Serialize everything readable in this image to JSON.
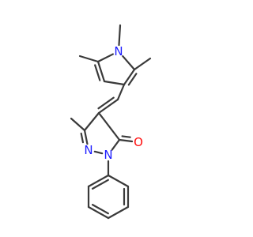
{
  "molecule": {
    "atoms": [
      {
        "id": "ch3_top",
        "label": ""
      },
      {
        "id": "n1_pyrrole",
        "label": "N"
      },
      {
        "id": "c2",
        "label": ""
      },
      {
        "id": "ch3_c2",
        "label": ""
      },
      {
        "id": "c3",
        "label": ""
      },
      {
        "id": "c4",
        "label": ""
      },
      {
        "id": "c5",
        "label": ""
      },
      {
        "id": "ch3_c5",
        "label": ""
      },
      {
        "id": "methine",
        "label": ""
      },
      {
        "id": "c4_pyrazolone",
        "label": ""
      },
      {
        "id": "c3_pyrazolone",
        "label": ""
      },
      {
        "id": "ch3_pyrazolone",
        "label": ""
      },
      {
        "id": "n2_pyrazolone",
        "label": "N"
      },
      {
        "id": "n1_pyrazolone",
        "label": "N"
      },
      {
        "id": "c5_pyrazolone",
        "label": ""
      },
      {
        "id": "o_carbonyl",
        "label": "O"
      },
      {
        "id": "ph1",
        "label": ""
      },
      {
        "id": "ph2",
        "label": ""
      },
      {
        "id": "ph3",
        "label": ""
      },
      {
        "id": "ph4",
        "label": ""
      },
      {
        "id": "ph5",
        "label": ""
      },
      {
        "id": "ph6",
        "label": ""
      }
    ],
    "colors": {
      "bond": "#3a3a3a",
      "nitrogen": "#1c1cff",
      "oxygen": "#ff0d0d",
      "background": "#ffffff"
    }
  }
}
